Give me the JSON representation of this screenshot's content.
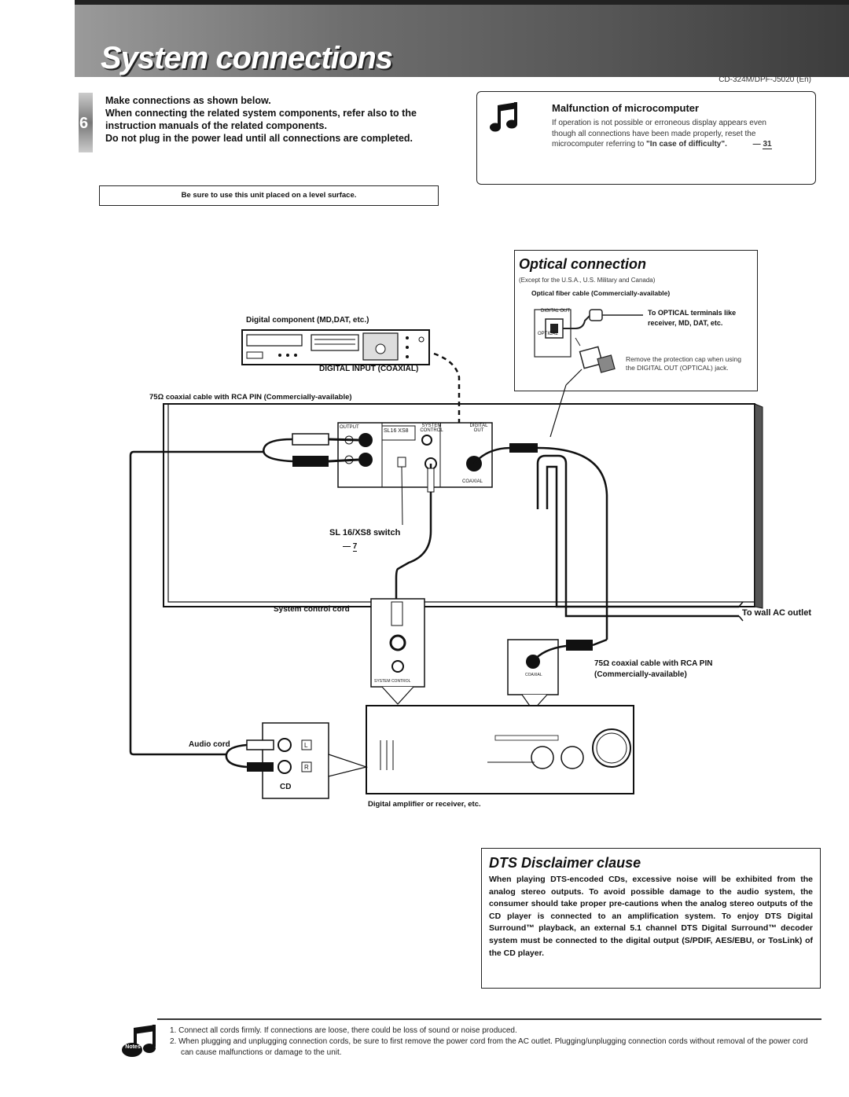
{
  "header": {
    "title": "System connections",
    "model": "CD-324M/DPF-J5020 (En)",
    "page_number": "6"
  },
  "intro": {
    "line1": "Make connections as shown below.",
    "line2": "When connecting the related system components, refer also to the instruction manuals of the related components.",
    "line3": "Do not plug in the power lead until all connections are completed."
  },
  "level_note": "Be sure to use this unit placed on a level surface.",
  "malfunction": {
    "title": "Malfunction of microcomputer",
    "text": "If operation is not possible or erroneous display appears even though all connections have been made properly, reset the microcomputer referring to",
    "ref_bold": "\"In case of difficulty\".",
    "page_ref": "31"
  },
  "optical": {
    "title": "Optical connection",
    "subtitle": "(Except for the U.S.A., U.S. Military and Canada)",
    "cable_label": "Optical fiber cable (Commercially-available)",
    "to_optical": "To OPTICAL terminals like receiver, MD, DAT, etc.",
    "remove_cap": "Remove the protection cap when using the DIGITAL OUT (OPTICAL) jack.",
    "optical_jack_label": "OPTICAL",
    "digital_out_label": "DIGITAL OUT"
  },
  "diagram": {
    "digital_component": "Digital component (MD,DAT, etc.)",
    "digital_input": "DIGITAL INPUT (COAXIAL)",
    "coax_cable_top": "75Ω coaxial cable with RCA PIN (Commercially-available)",
    "output_label": "OUTPUT",
    "system_control_label": "SYSTEM CONTROL",
    "digital_out_label": "DIGITAL OUT",
    "coaxial_label": "COAXIAL",
    "sl_xs8_label": "SL16 XS8",
    "switch_label": "SL 16/XS8 switch",
    "switch_page": "7",
    "system_control_cord": "System control cord",
    "wall_ac": "To wall AC outlet",
    "coax_cable_bottom": "75Ω coaxial cable with RCA PIN (Commercially-available)",
    "audio_cord": "Audio cord",
    "ch_l": "L",
    "ch_r": "R",
    "cd_label": "CD",
    "amp_label": "Digital amplifier or receiver, etc.",
    "sys_control_jack": "SYSTEM CONTROL",
    "coaxial_jack": "COAXIAL"
  },
  "dts": {
    "title": "DTS Disclaimer clause",
    "text": "When playing DTS-encoded CDs, excessive noise will be exhibited from the analog stereo outputs. To avoid possible damage to the audio system, the consumer should take proper pre-cautions when the analog stereo outputs of the CD player is connected to an amplification system. To enjoy DTS Digital Surround™ playback, an external 5.1 channel DTS Digital Surround™ decoder system must be connected to the digital output (S/PDIF, AES/EBU, or TosLink) of the CD player."
  },
  "notes": {
    "icon_label": "Notes",
    "items": [
      "1. Connect all cords firmly. If connections are loose, there could be loss of sound or noise produced.",
      "2. When plugging and unplugging connection cords, be sure to first remove the power cord from the AC outlet. Plugging/unplugging connection cords without removal of the power cord can cause malfunctions or damage to the unit."
    ]
  }
}
